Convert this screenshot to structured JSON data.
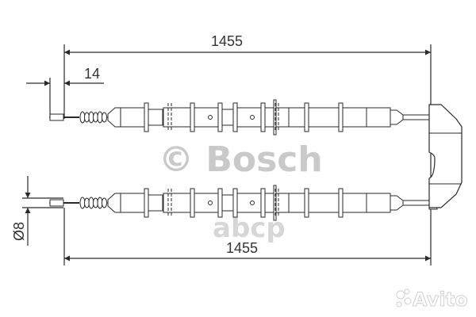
{
  "dimensions": {
    "top_length": "1455",
    "bottom_length": "1455",
    "end_offset": "14",
    "diameter": "Ø8"
  },
  "watermarks": {
    "brand": "© Bosch",
    "shop": "abcp",
    "marketplace": "Avito"
  },
  "colors": {
    "line": "#2a2a2a",
    "watermark": "#c9c9c9"
  }
}
